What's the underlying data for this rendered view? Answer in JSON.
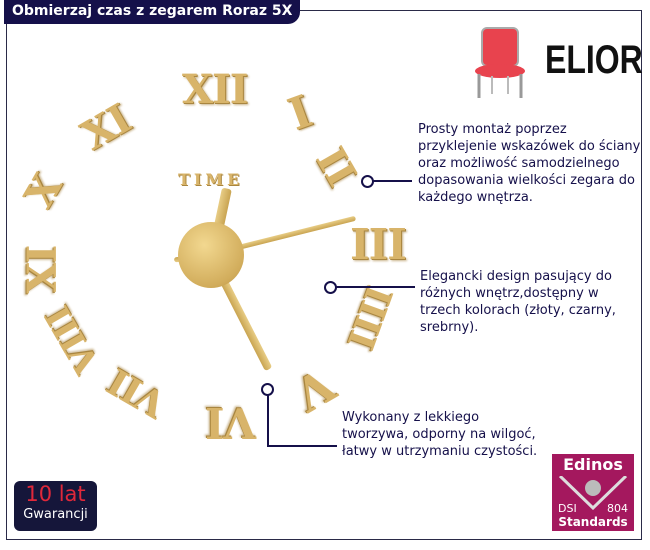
{
  "title": "Obmierzaj czas z zegarem Roraz 5X",
  "brand": {
    "name": "ELIOR",
    "icon": "chair-icon"
  },
  "clock": {
    "label": "TIME",
    "numerals": [
      "XII",
      "I",
      "II",
      "III",
      "IIII",
      "V",
      "VI",
      "VII",
      "VIII",
      "IX",
      "X",
      "XI"
    ]
  },
  "callouts": [
    {
      "text": "Prosty montaż poprzez przyklejenie wskazówek do ściany oraz możliwość samodzielnego dopasowania wielkości zegara do każdego wnętrza."
    },
    {
      "text": "Elegancki design pasujący do różnych wnętrz,dostępny w trzech kolorach (złoty, czarny, srebrny)."
    },
    {
      "text": "Wykonany z lekkiego tworzywa, odporny na wilgoć, łatwy w utrzymaniu czystości."
    }
  ],
  "warranty": {
    "big": "10 lat",
    "small": "Gwarancji"
  },
  "certificate": {
    "top": "Edinos",
    "left": "DSI",
    "right": "804",
    "bottom": "Standards"
  },
  "colors": {
    "navy": "#15104a",
    "gold": "#d8b46a",
    "magenta": "#a4185e",
    "red": "#e0283a"
  }
}
